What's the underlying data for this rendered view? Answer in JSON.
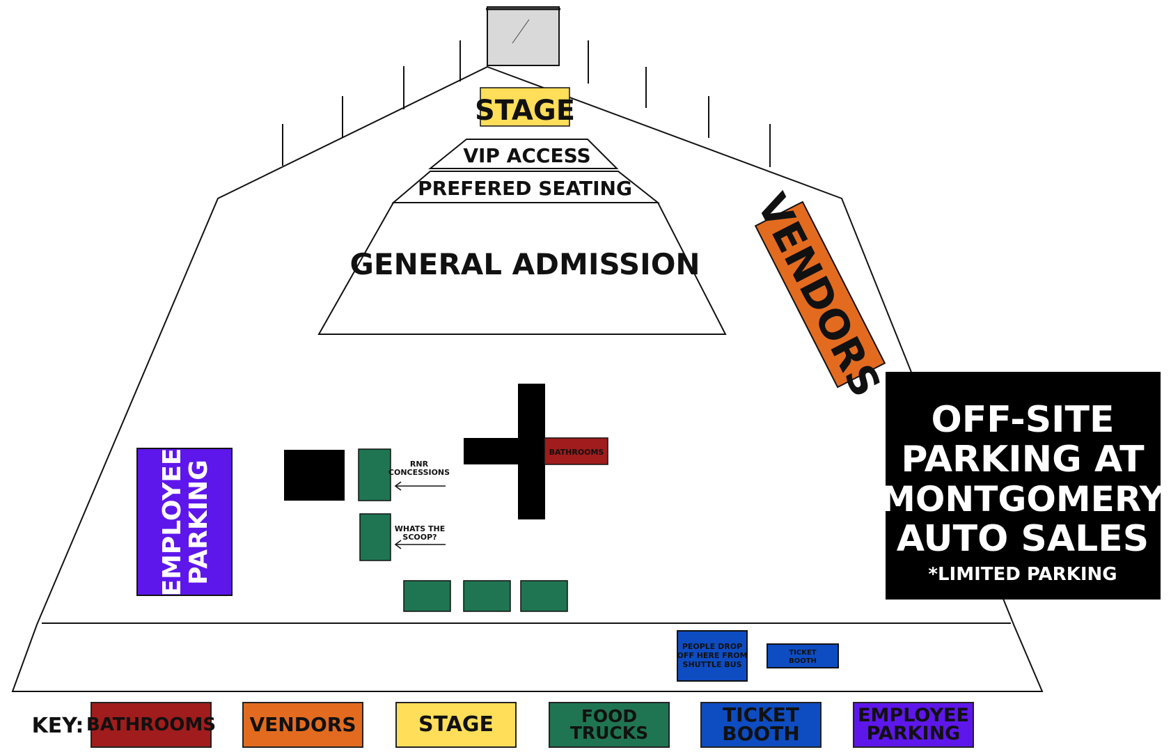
{
  "map": {
    "stage_label": "STAGE",
    "vip_label": "VIP ACCESS",
    "preferred_label": "PREFERED SEATING",
    "ga_label": "GENERAL ADMISSION",
    "vendors_label": "VENDORS",
    "employee_parking_label_1": "EMPLOYEE",
    "employee_parking_label_2": "PARKING",
    "bathrooms_label": "BATHROOMS",
    "concession_1_label_1": "RNR",
    "concession_1_label_2": "CONCESSIONS",
    "concession_2_label_1": "WHATS THE",
    "concession_2_label_2": "SCOOP?",
    "dropoff_label_1": "PEOPLE DROP",
    "dropoff_label_2": "OFF HERE FROM",
    "dropoff_label_3": "SHUTTLE BUS",
    "ticket_booth_label_1": "TICKET",
    "ticket_booth_label_2": "BOOTH"
  },
  "offsite": {
    "line1": "OFF-SITE",
    "line2": "PARKING AT",
    "line3": "MONTGOMERY",
    "line4": "AUTO SALES",
    "note": "*LIMITED PARKING"
  },
  "key": {
    "title": "KEY:",
    "items": [
      {
        "line1": "BATHROOMS",
        "line2": "",
        "color": "#a11c1c"
      },
      {
        "line1": "VENDORS",
        "line2": "",
        "color": "#e36b1f"
      },
      {
        "line1": "STAGE",
        "line2": "",
        "color": "#ffde59"
      },
      {
        "line1": "FOOD TRUCKS",
        "line2": "",
        "color": "#1f7552"
      },
      {
        "line1": "TICKET",
        "line2": "BOOTH",
        "color": "#0e4cc1"
      },
      {
        "line1": "EMPLOYEE",
        "line2": "PARKING",
        "color": "#5e17eb"
      }
    ]
  },
  "colors": {
    "bathrooms": "#a11c1c",
    "vendors": "#e36b1f",
    "stage": "#ffde59",
    "food_trucks": "#1f7552",
    "ticket_booth": "#0e4cc1",
    "employee_parking": "#5e17eb",
    "stage_screen": "#d9d9d9"
  }
}
